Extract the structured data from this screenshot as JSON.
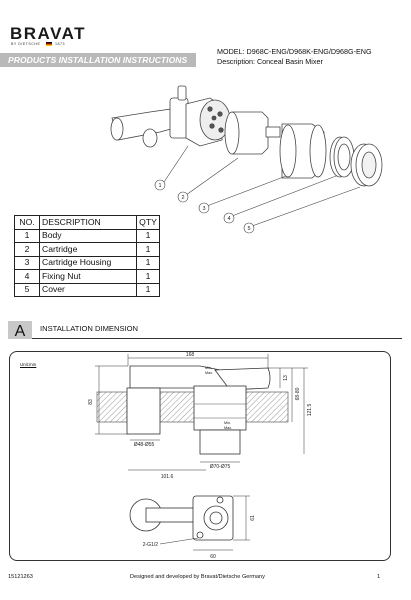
{
  "brand": {
    "name": "BRAVAT",
    "tagline": "BY DIETSCHE",
    "year": "1873"
  },
  "header": {
    "banner": "PRODUCTS INSTALLATION INSTRUCTIONS",
    "model": "MODEL: D968C-ENG/D968K-ENG/D968G-ENG",
    "description": "Description:   Conceal Basin Mixer"
  },
  "exploded_view": {
    "callouts": [
      "1",
      "2",
      "3",
      "4",
      "5"
    ]
  },
  "parts_table": {
    "headers": [
      "NO.",
      "DESCRIPTION",
      "QTY"
    ],
    "rows": [
      {
        "no": "1",
        "desc": "Body",
        "qty": "1"
      },
      {
        "no": "2",
        "desc": "Cartridge",
        "qty": "1"
      },
      {
        "no": "3",
        "desc": "Cartridge Housing",
        "qty": "1"
      },
      {
        "no": "4",
        "desc": "Fixing Nut",
        "qty": "1"
      },
      {
        "no": "5",
        "desc": "Cover",
        "qty": "1"
      }
    ]
  },
  "section_a": {
    "letter": "A",
    "title": "INSTALLATION DIMENSION"
  },
  "dimension_drawing": {
    "unit": "Unit:mm",
    "dims": {
      "width_168": "168",
      "height_83": "83",
      "depth_13": "13",
      "d_68_80": "68-80",
      "d_121_5": "121.5",
      "dia_48_55": "Ø48-Ø55",
      "dia_70_75": "Ø70-Ø75",
      "min": "Min.",
      "max": "Max.",
      "width_101_6": "101.6",
      "height_61": "61",
      "width_60": "60",
      "thread": "2-G1/2"
    }
  },
  "footer": {
    "code": "15121263",
    "credit": "Designed and developed by Bravat/Dietsche Germany",
    "page": "1"
  }
}
